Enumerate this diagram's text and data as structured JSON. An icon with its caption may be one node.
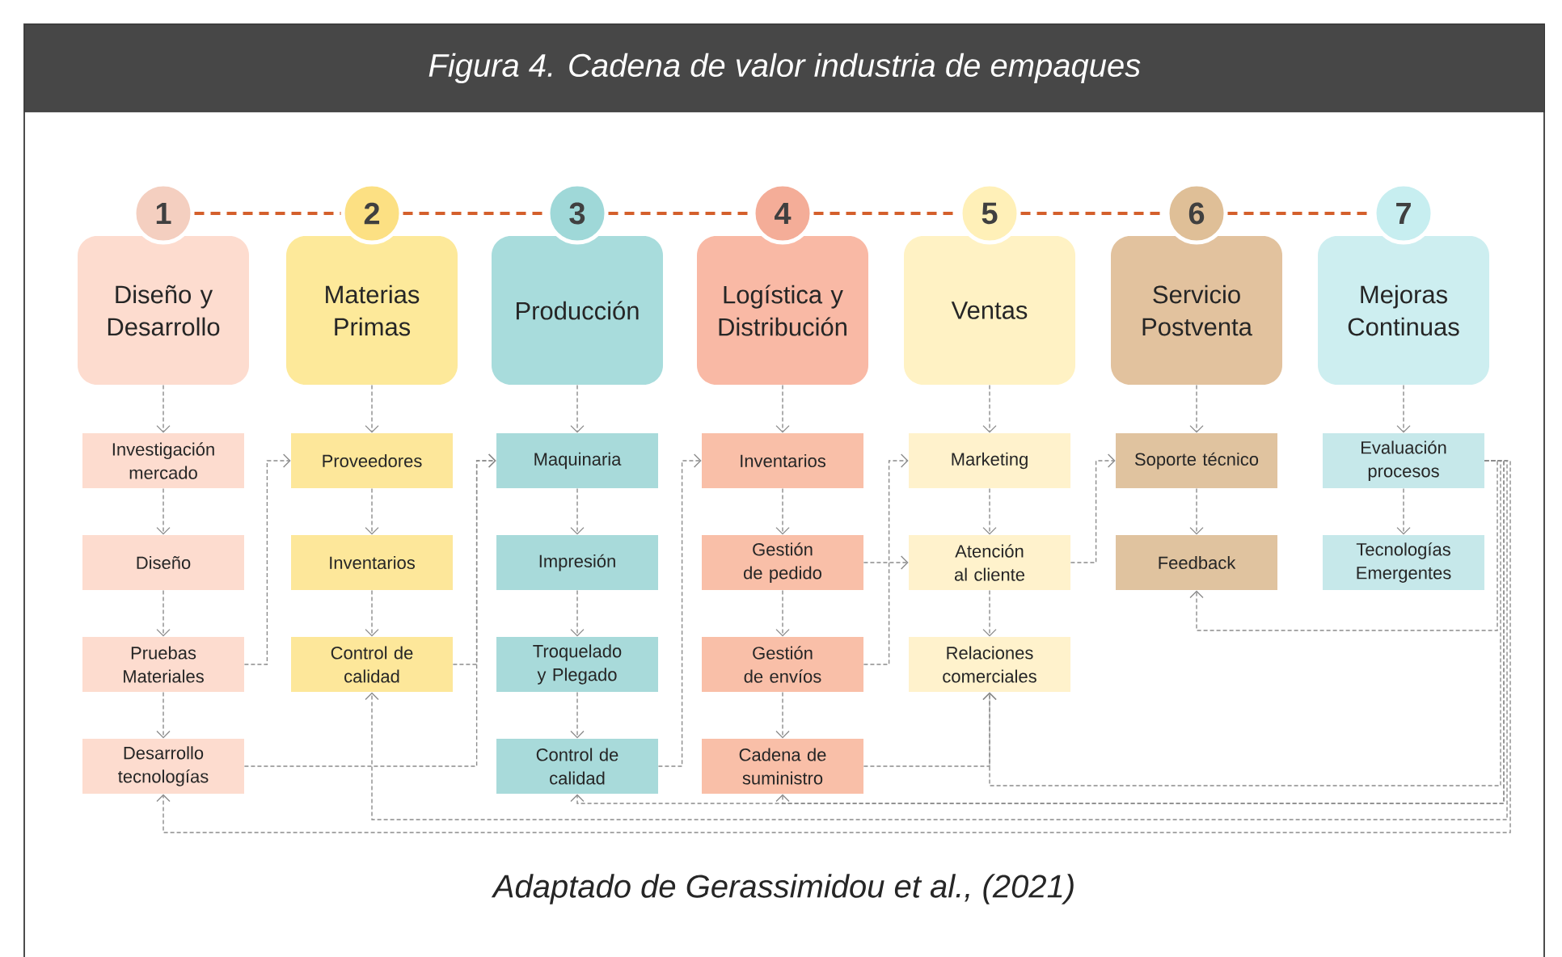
{
  "diagram": {
    "title": "Figura 4. Cadena de valor industria de empaques",
    "caption": "Adaptado de Gerassimidou et al., (2021)",
    "nodes": [
      {
        "text": [
          "1"
        ]
      },
      {
        "text": [
          "2"
        ]
      },
      {
        "text": [
          "3"
        ]
      },
      {
        "text": [
          "4"
        ]
      },
      {
        "text": [
          "5"
        ]
      },
      {
        "text": [
          "6"
        ]
      },
      {
        "text": [
          "7"
        ]
      },
      {
        "text": [
          "Diseño y Desarrollo"
        ]
      },
      {
        "text": [
          "Materias Primas"
        ]
      },
      {
        "text": [
          "Producción"
        ]
      },
      {
        "text": [
          "Logística y Distribución"
        ]
      },
      {
        "text": [
          "Ventas"
        ]
      },
      {
        "text": [
          "Servicio Postventa"
        ]
      },
      {
        "text": [
          "Mejoras Continuas"
        ]
      },
      {
        "text": [
          "Investigación mercado"
        ]
      },
      {
        "text": [
          "Diseño"
        ]
      },
      {
        "text": [
          "Pruebas Materiales"
        ]
      },
      {
        "text": [
          "Desarrollo tecnologías"
        ]
      },
      {
        "text": [
          "Proveedores"
        ]
      },
      {
        "text": [
          "Inventarios"
        ]
      },
      {
        "text": [
          "Control de calidad"
        ]
      },
      {
        "text": [
          "Maquinaria"
        ]
      },
      {
        "text": [
          "Impresión"
        ]
      },
      {
        "text": [
          "Troquelado y Plegado"
        ]
      },
      {
        "text": [
          "Control de calidad"
        ]
      },
      {
        "text": [
          "Inventarios"
        ]
      },
      {
        "text": [
          "Gestión de pedido"
        ]
      },
      {
        "text": [
          "Gestión de envíos"
        ]
      },
      {
        "text": [
          "Cadena de suministro"
        ]
      },
      {
        "text": [
          "Marketing"
        ]
      },
      {
        "text": [
          "Atención al cliente"
        ]
      },
      {
        "text": [
          "Relaciones comerciales"
        ]
      },
      {
        "text": [
          "Soporte técnico"
        ]
      },
      {
        "text": [
          "Feedback"
        ]
      },
      {
        "text": [
          "Evaluación procesos"
        ]
      },
      {
        "text": [
          "Tecnologías Emergentes"
        ]
      }
    ],
    "edges": [
      {
        "from": 0,
        "to": 1,
        "arrow": "none",
        "style": "dashed",
        "color": "#d4602c"
      },
      {
        "from": 1,
        "to": 2,
        "arrow": "none",
        "style": "dashed",
        "color": "#d4602c"
      },
      {
        "from": 2,
        "to": 3,
        "arrow": "none",
        "style": "dashed",
        "color": "#d4602c"
      },
      {
        "from": 3,
        "to": 4,
        "arrow": "none",
        "style": "dashed",
        "color": "#d4602c"
      },
      {
        "from": 4,
        "to": 5,
        "arrow": "none",
        "style": "dashed",
        "color": "#d4602c"
      },
      {
        "from": 5,
        "to": 6,
        "arrow": "none",
        "style": "dashed",
        "color": "#d4602c"
      },
      {
        "from": 7,
        "to": 14,
        "arrow": "to"
      },
      {
        "from": 8,
        "to": 18,
        "arrow": "to"
      },
      {
        "from": 9,
        "to": 21,
        "arrow": "to"
      },
      {
        "from": 10,
        "to": 25,
        "arrow": "to"
      },
      {
        "from": 11,
        "to": 29,
        "arrow": "to"
      },
      {
        "from": 12,
        "to": 32,
        "arrow": "to"
      },
      {
        "from": 13,
        "to": 34,
        "arrow": "to"
      },
      {
        "from": 14,
        "to": 15,
        "arrow": "to"
      },
      {
        "from": 15,
        "to": 16,
        "arrow": "to"
      },
      {
        "from": 16,
        "to": 17,
        "arrow": "to"
      },
      {
        "from": 18,
        "to": 19,
        "arrow": "to"
      },
      {
        "from": 19,
        "to": 20,
        "arrow": "to"
      },
      {
        "from": 21,
        "to": 22,
        "arrow": "to"
      },
      {
        "from": 22,
        "to": 23,
        "arrow": "to"
      },
      {
        "from": 23,
        "to": 24,
        "arrow": "to"
      },
      {
        "from": 25,
        "to": 26,
        "arrow": "to"
      },
      {
        "from": 26,
        "to": 27,
        "arrow": "to"
      },
      {
        "from": 27,
        "to": 28,
        "arrow": "to"
      },
      {
        "from": 29,
        "to": 30,
        "arrow": "to"
      },
      {
        "from": 30,
        "to": 31,
        "arrow": "to"
      },
      {
        "from": 32,
        "to": 33,
        "arrow": "to"
      },
      {
        "from": 34,
        "to": 35,
        "arrow": "to"
      },
      {
        "from": 16,
        "to": 18,
        "arrow": "to"
      },
      {
        "from": 17,
        "to": 21,
        "arrow": "to"
      },
      {
        "from": 20,
        "to": 21,
        "arrow": "to"
      },
      {
        "from": 24,
        "to": 25,
        "arrow": "to"
      },
      {
        "from": 27,
        "to": 29,
        "arrow": "to"
      },
      {
        "from": 26,
        "to": 30,
        "arrow": "to"
      },
      {
        "from": 30,
        "to": 32,
        "arrow": "to"
      },
      {
        "from": 28,
        "to": 31,
        "arrow": "to"
      },
      {
        "from": 34,
        "to": 33,
        "arrow": "to"
      },
      {
        "from": 34,
        "to": 31,
        "arrow": "to"
      },
      {
        "from": 34,
        "to": 28,
        "arrow": "to"
      },
      {
        "from": 34,
        "to": 24,
        "arrow": "to"
      },
      {
        "from": 34,
        "to": 20,
        "arrow": "to"
      },
      {
        "from": 34,
        "to": 17,
        "arrow": "to"
      }
    ]
  }
}
